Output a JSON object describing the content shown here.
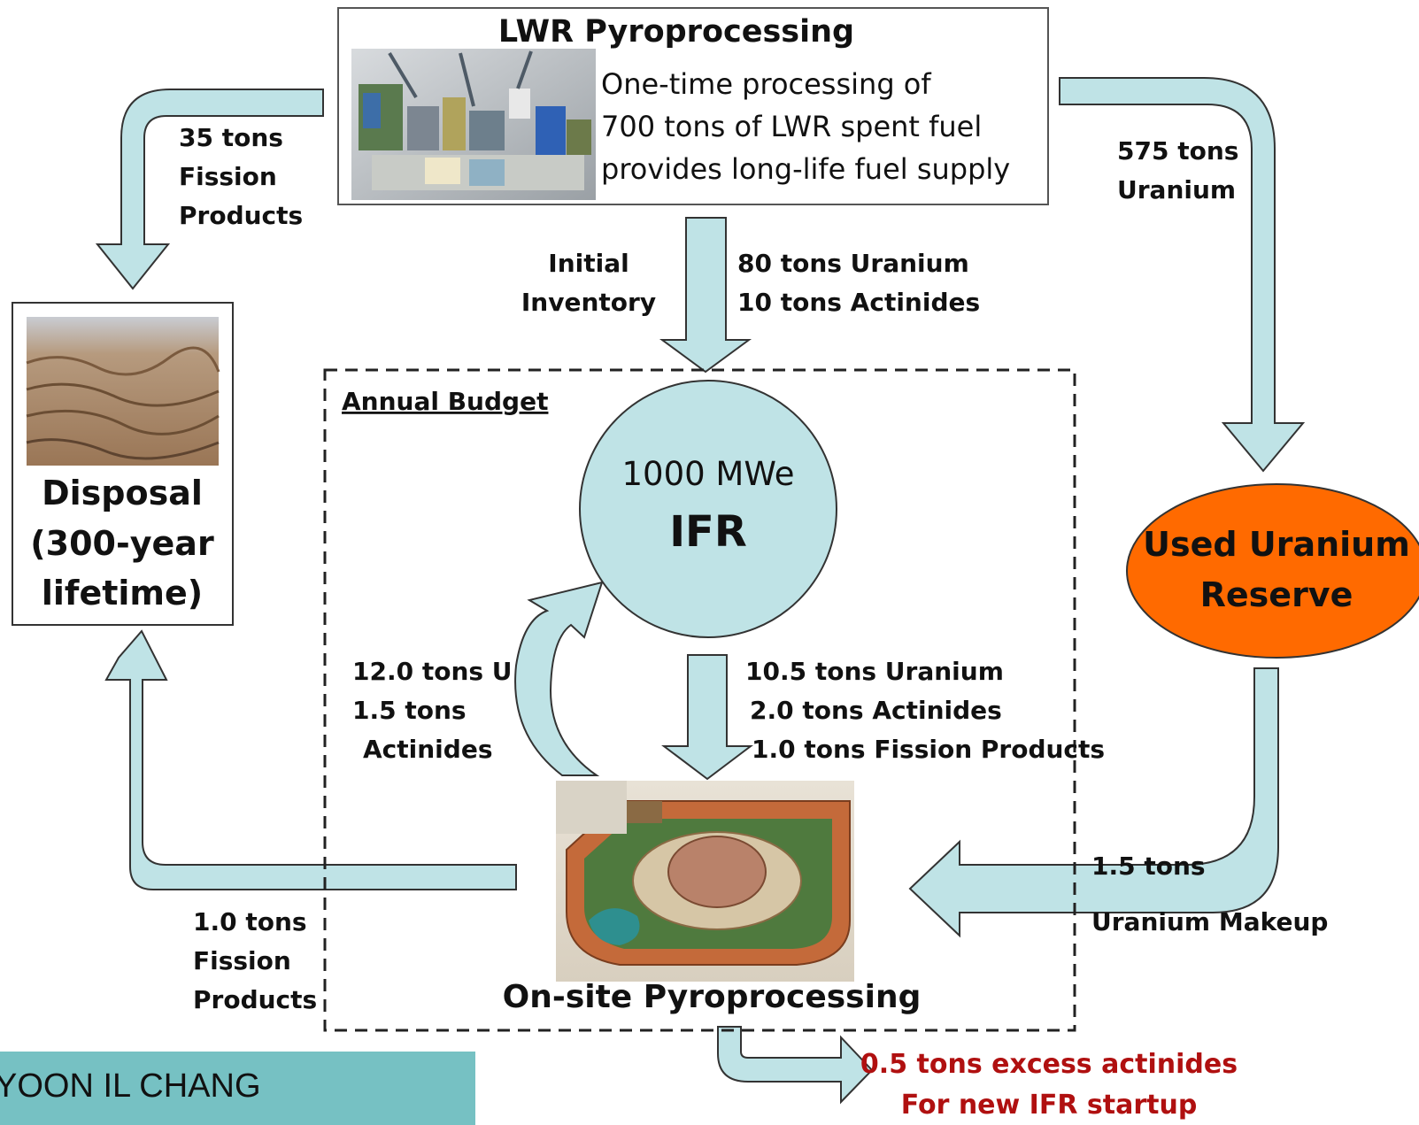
{
  "colors": {
    "arrow_fill": "#bfe3e6",
    "arrow_stroke": "#333333",
    "circle_fill": "#bfe3e6",
    "reserve_fill": "#ff6a00",
    "red_text": "#b01010",
    "note_bg": "#76c1c3"
  },
  "lwr_box": {
    "title": "LWR Pyroprocessing",
    "line1": "One-time processing of",
    "line2": "700 tons of LWR spent fuel",
    "line3": "provides long-life fuel supply"
  },
  "disposal": {
    "line1": "Disposal",
    "line2": "(300-year",
    "line3": "lifetime)"
  },
  "ifr": {
    "power": "1000 MWe",
    "name": "IFR"
  },
  "reserve": {
    "line1": "Used Uranium",
    "line2": "Reserve"
  },
  "annual_budget": "Annual Budget",
  "onsite": "On-site Pyroprocessing",
  "flows": {
    "fp_top": [
      "35 tons",
      "Fission",
      "Products"
    ],
    "uranium_top": [
      "575 tons",
      "Uranium"
    ],
    "initial_inventory": [
      "Initial",
      "Inventory"
    ],
    "initial_amounts": [
      "80 tons Uranium",
      "10 tons Actinides"
    ],
    "recycle": [
      "12.0 tons U",
      "1.5 tons",
      "Actinides"
    ],
    "discharge": [
      "10.5 tons Uranium",
      "2.0 tons Actinides",
      "1.0 tons Fission Products"
    ],
    "makeup": [
      "1.5 tons",
      "Uranium Makeup"
    ],
    "fp_bottom": [
      "1.0 tons",
      "Fission",
      "Products"
    ],
    "excess": [
      "0.5 tons excess actinides",
      "For new IFR startup"
    ]
  },
  "author_note": "YOON IL CHANG"
}
